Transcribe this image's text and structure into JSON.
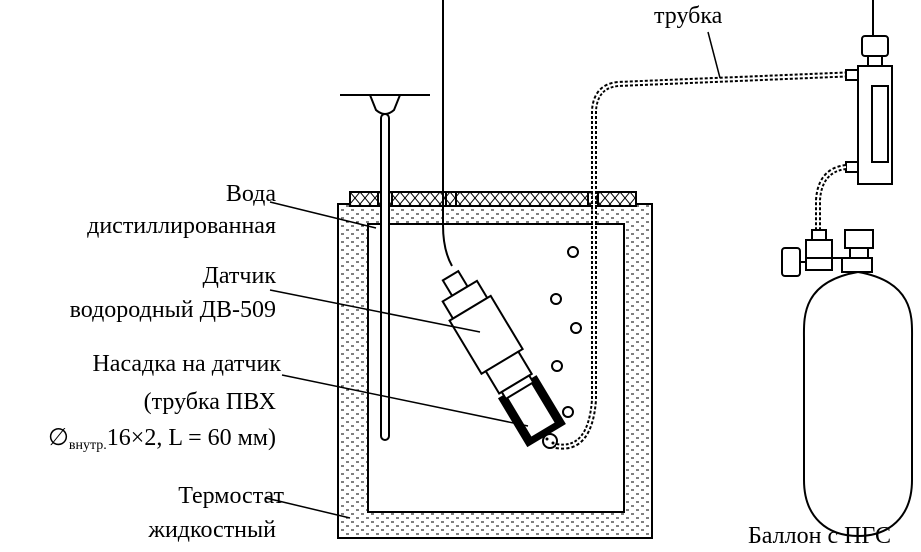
{
  "labels": {
    "tube": "трубка",
    "water_line1": "Вода",
    "water_line2": "дистиллированная",
    "sensor_line1": "Датчик",
    "sensor_line2": "водородный ДВ-509",
    "nozzle_line1": "Насадка на датчик",
    "nozzle_line2": "(трубка ПВХ",
    "nozzle_dia_symbol": "∅",
    "nozzle_dia_sub": "внутр.",
    "nozzle_dia_rest": "16×2, L = 60 мм)",
    "thermostat_line1": "Термостат",
    "thermostat_line2": "жидкостный",
    "cylinder": "Баллон с ПГС"
  }
}
